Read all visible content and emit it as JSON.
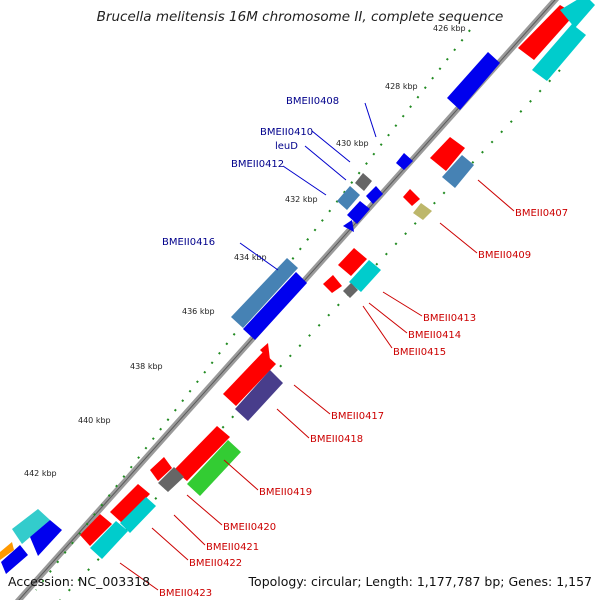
{
  "title": "Brucella melitensis 16M chromosome II, complete sequence",
  "footer": {
    "accession_label": "Accession:",
    "accession": "NC_003318",
    "topology_label": "Topology:",
    "topology": "circular",
    "length_label": "Length:",
    "length": "1,177,787 bp",
    "genes_label": "Genes:",
    "genes": "1,157"
  },
  "ticks": [
    "426 kbp",
    "428 kbp",
    "430 kbp",
    "432 kbp",
    "434 kbp",
    "436 kbp",
    "438 kbp",
    "440 kbp",
    "442 kbp"
  ],
  "labels_forward": [
    {
      "text": "BMEII0408"
    },
    {
      "text": "BMEII0410"
    },
    {
      "text": "leuD"
    },
    {
      "text": "BMEII0412"
    },
    {
      "text": "BMEII0416"
    }
  ],
  "labels_reverse": [
    {
      "text": "BMEII0407"
    },
    {
      "text": "BMEII0409"
    },
    {
      "text": "BMEII0413"
    },
    {
      "text": "BMEII0414"
    },
    {
      "text": "BMEII0415"
    },
    {
      "text": "BMEII0417"
    },
    {
      "text": "BMEII0418"
    },
    {
      "text": "BMEII0419"
    },
    {
      "text": "BMEII0420"
    },
    {
      "text": "BMEII0421"
    },
    {
      "text": "BMEII0422"
    },
    {
      "text": "BMEII0423"
    }
  ],
  "colors": {
    "forward_label": "#00008b",
    "reverse_label": "#cc0000",
    "backbone": "#8c8c8c",
    "cds": "#0000ee",
    "gene_blue": "#4682b4",
    "red": "#ff0000",
    "cyan": "#00cccc",
    "gray": "#666666",
    "green": "#33cc33",
    "slate": "#483d8b",
    "khaki": "#bdb76b",
    "tick": "#228b22"
  }
}
